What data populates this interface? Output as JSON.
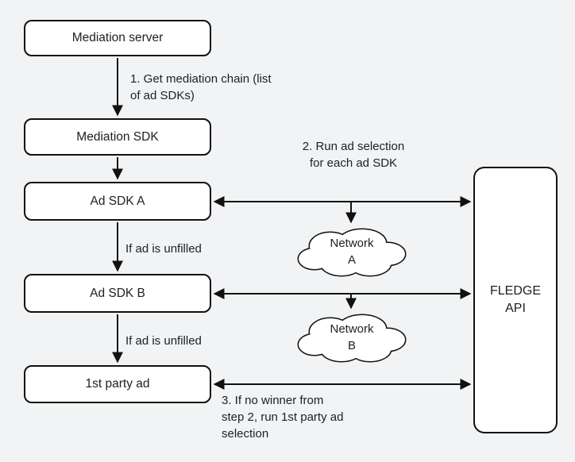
{
  "diagram": {
    "nodes": {
      "mediation_server": "Mediation server",
      "mediation_sdk": "Mediation SDK",
      "ad_sdk_a": "Ad SDK A",
      "ad_sdk_b": "Ad SDK B",
      "first_party_ad": "1st party ad",
      "fledge_api": [
        "FLEDGE",
        "API"
      ],
      "network_a": [
        "Network",
        "A"
      ],
      "network_b": [
        "Network",
        "B"
      ]
    },
    "annotations": {
      "step1": [
        "1. Get mediation chain (list",
        "of ad SDKs)"
      ],
      "step2": [
        "2. Run ad selection",
        "for each ad SDK"
      ],
      "step3": [
        "3. If no winner from",
        "step 2, run 1st party ad",
        "selection"
      ],
      "if_unfilled_a": "If ad is unfilled",
      "if_unfilled_b": "If ad is unfilled"
    },
    "colors": {
      "background": "#f1f3f4",
      "node_fill": "#ffffff",
      "node_border": "#111111",
      "arrow": "#111111",
      "text": "#202124"
    }
  }
}
